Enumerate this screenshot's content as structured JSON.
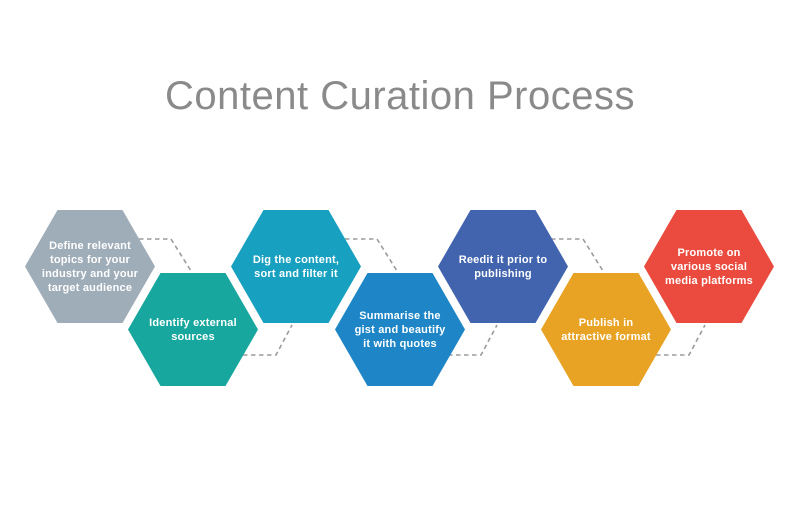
{
  "title": "Content Curation Process",
  "colors": {
    "background": "#ffffff",
    "title_text": "#8a8a8a",
    "connector": "#9b9b9b",
    "step_text": "#ffffff"
  },
  "steps": [
    {
      "order": 1,
      "color": "#9fadb9",
      "lines": [
        "Define relevant",
        "topics for your",
        "industry and your",
        "target audience"
      ]
    },
    {
      "order": 2,
      "color": "#17a79e",
      "lines": [
        "Identify external",
        "sources"
      ]
    },
    {
      "order": 3,
      "color": "#17a0bf",
      "lines": [
        "Dig the content,",
        "sort and filter it"
      ]
    },
    {
      "order": 4,
      "color": "#1e86c7",
      "lines": [
        "Summarise the",
        "gist and beautify",
        "it with quotes"
      ]
    },
    {
      "order": 5,
      "color": "#4264ae",
      "lines": [
        "Reedit it prior to",
        "publishing"
      ]
    },
    {
      "order": 6,
      "color": "#e8a325",
      "lines": [
        "Publish in",
        "attractive format"
      ]
    },
    {
      "order": 7,
      "color": "#ea4b3e",
      "lines": [
        "Promote on",
        "various social",
        "media platforms"
      ]
    }
  ]
}
